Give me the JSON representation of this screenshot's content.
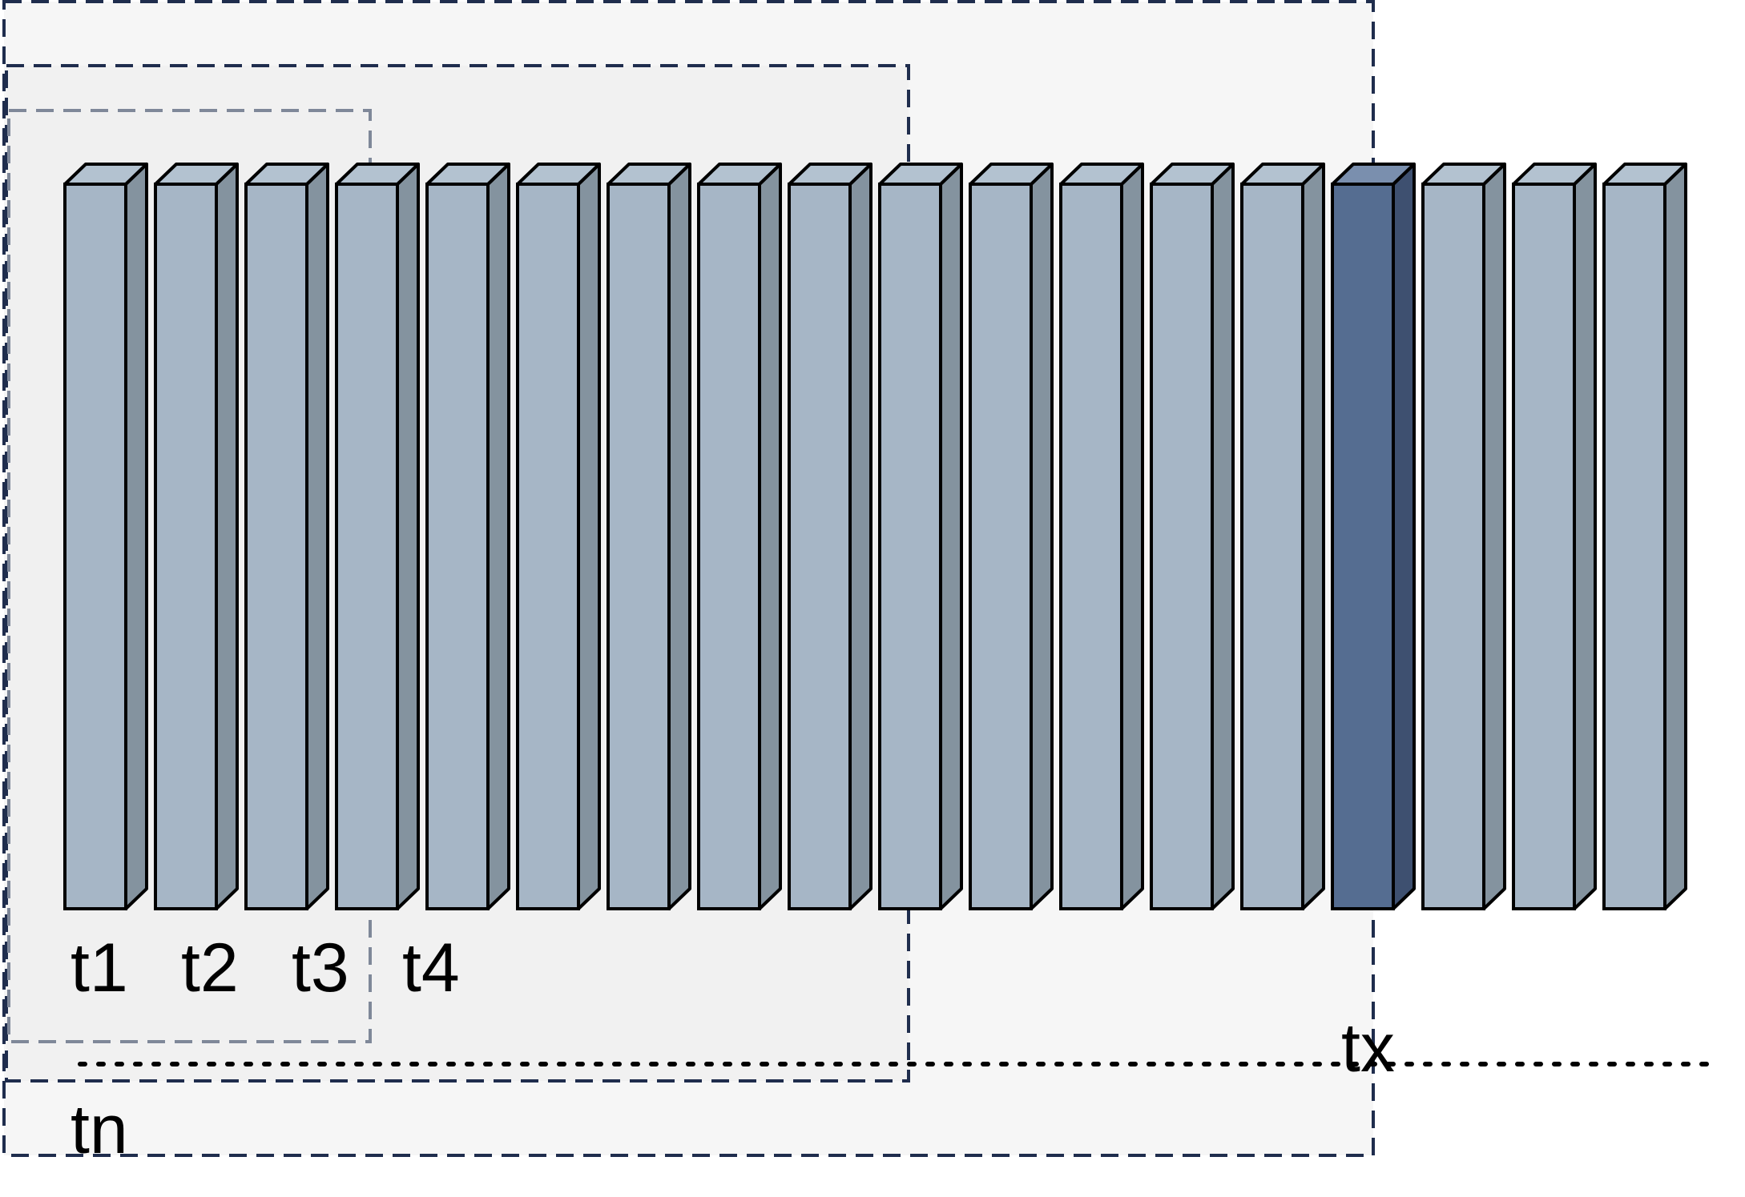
{
  "labels": {
    "t1": "t1",
    "t2": "t2",
    "t3": "t3",
    "t4": "t4",
    "tx": "tx",
    "tn": "tn"
  },
  "colors": {
    "bar_front": "#A6B6C6",
    "bar_side": "#84939F",
    "bar_top": "#B3C2D0",
    "highlight_front": "#556D91",
    "highlight_side": "#3E5070",
    "highlight_top": "#7A8FAE",
    "outer_box_fill": "#F6F6F6",
    "mid_box_fill": "#F1F1F1",
    "inner_box_fill": "#F0F0F0",
    "dashed_navy": "#1F2D4D",
    "dashed_gray": "#7F8899",
    "outline": "#000000"
  },
  "bars": {
    "count": 18,
    "highlighted_index": 14
  }
}
